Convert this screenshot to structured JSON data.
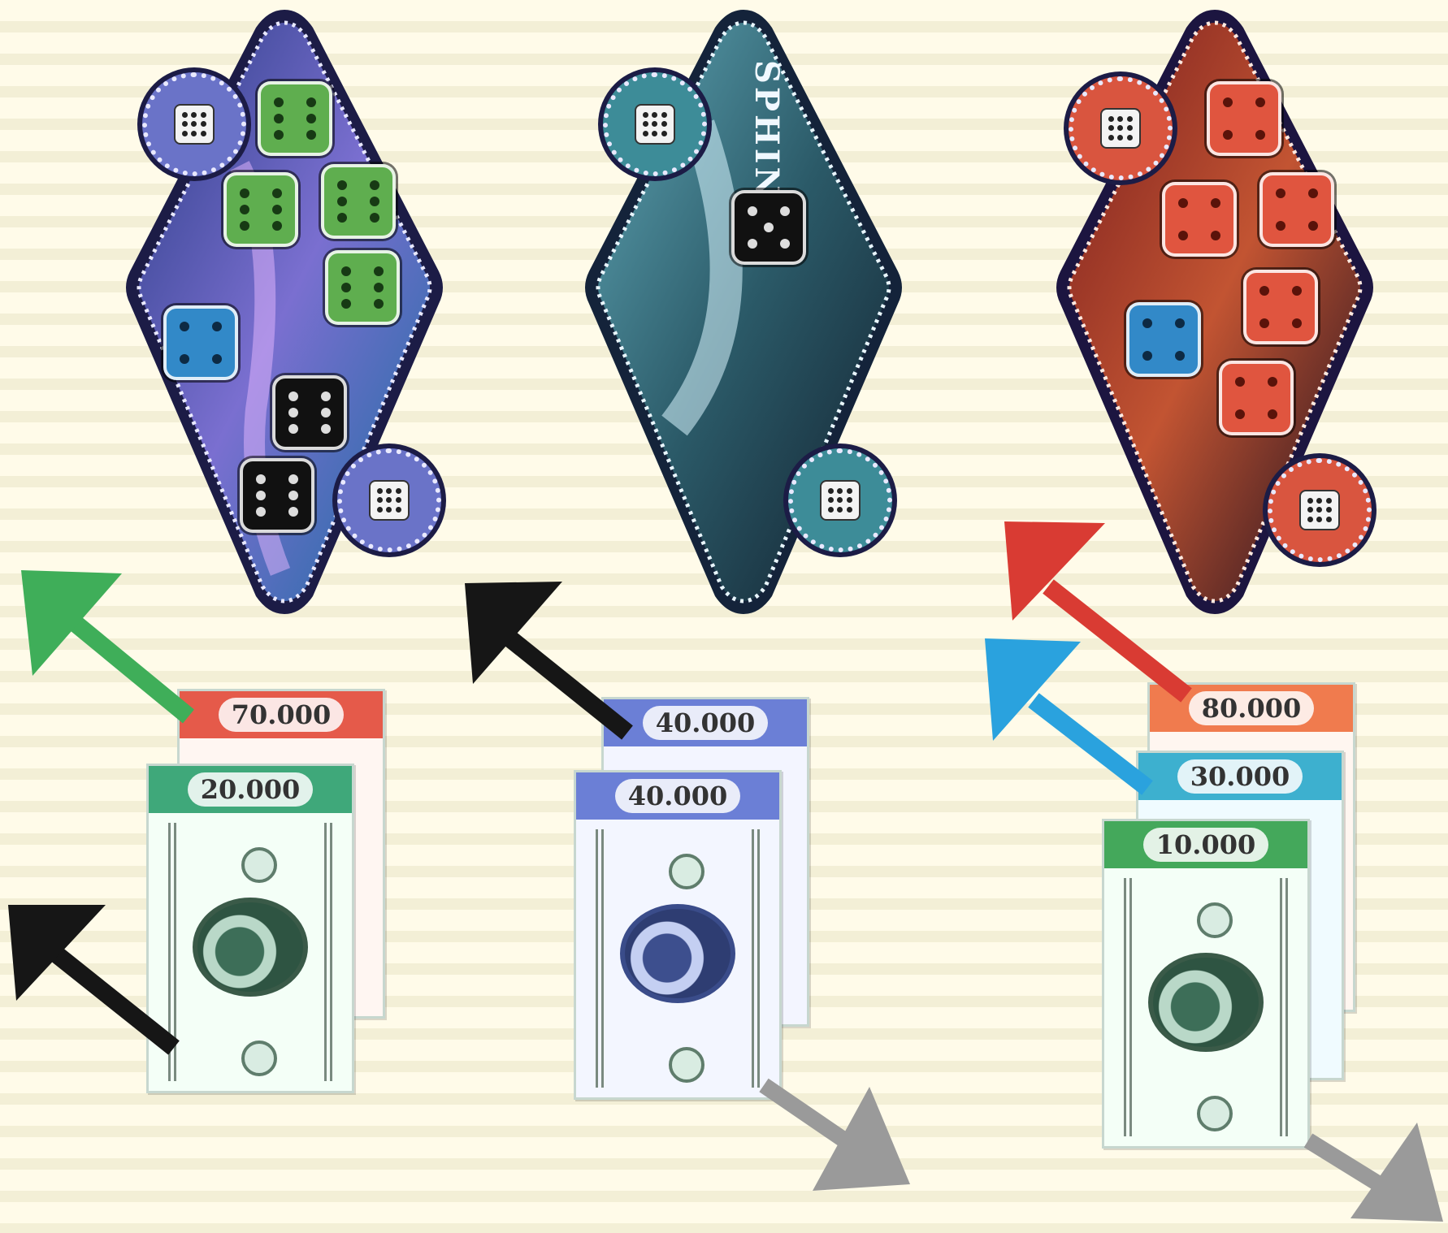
{
  "board_title": "SPHINX",
  "casinos": [
    {
      "theme": "casino-1",
      "colors": {
        "frame": "#1c1c46",
        "inner": "#3b5fa5",
        "accent": "#b9c9ff"
      }
    },
    {
      "theme": "casino-2",
      "colors": {
        "frame": "#14233a",
        "inner": "#2b5a68",
        "accent": "#c9f5ff"
      }
    },
    {
      "theme": "casino-3",
      "colors": {
        "frame": "#1c1540",
        "inner": "#5a1b1b",
        "accent": "#ffb0a0"
      }
    }
  ],
  "bills": {
    "casino1": [
      "70.000",
      "20.000"
    ],
    "casino2": [
      "40.000",
      "40.000"
    ],
    "casino3": [
      "80.000",
      "30.000",
      "10.000"
    ]
  },
  "bill_colors": {
    "70.000": "#e55a4a",
    "20.000": "#3fa87a",
    "40.000": "#6b7fd6",
    "80.000": "#f07b4e",
    "30.000": "#3db0cf",
    "10.000": "#44a85b"
  },
  "arrow_colors": {
    "green": "#3fae59",
    "black": "#161616",
    "red": "#d93b33",
    "blue": "#2aa2de",
    "gray": "#9a9a9a"
  },
  "dice_colors": [
    "black",
    "green",
    "blue",
    "red"
  ]
}
